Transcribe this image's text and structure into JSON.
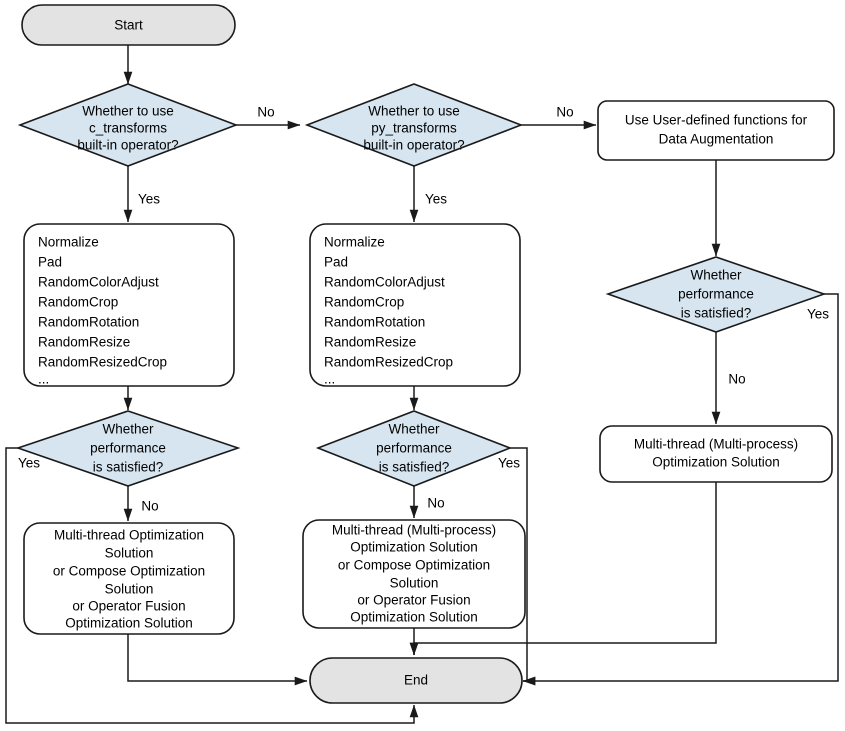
{
  "diagram": {
    "title": "Data Augmentation Optimization Flowchart",
    "colors": {
      "terminator_fill": "#e3e3e3",
      "decision_fill": "#d6e5f0",
      "process_fill": "#ffffff",
      "stroke": "#1a1a1a",
      "background": "#ffffff"
    }
  },
  "nodes": {
    "start": {
      "label": "Start",
      "type": "terminator"
    },
    "end": {
      "label": "End",
      "type": "terminator"
    },
    "decision_c_transforms": {
      "type": "decision",
      "lines": [
        "Whether to use",
        "c_transforms",
        "built-in operator?"
      ]
    },
    "decision_py_transforms": {
      "type": "decision",
      "lines": [
        "Whether to use",
        "py_transforms",
        "built-in operator?"
      ]
    },
    "user_defined": {
      "type": "process",
      "lines": [
        "Use User-defined functions for",
        "Data Augmentation"
      ]
    },
    "c_transform_ops": {
      "type": "process",
      "lines": [
        "Normalize",
        "Pad",
        "RandomColorAdjust",
        "RandomCrop",
        "RandomRotation",
        "RandomResize",
        "RandomResizedCrop",
        "..."
      ]
    },
    "py_transform_ops": {
      "type": "process",
      "lines": [
        "Normalize",
        "Pad",
        "RandomColorAdjust",
        "RandomCrop",
        "RandomRotation",
        "RandomResize",
        "RandomResizedCrop",
        "..."
      ]
    },
    "decision_perf_left": {
      "type": "decision",
      "lines": [
        "Whether",
        "performance",
        "is satisfied?"
      ]
    },
    "decision_perf_middle": {
      "type": "decision",
      "lines": [
        "Whether",
        "performance",
        "is satisfied?"
      ]
    },
    "decision_perf_right": {
      "type": "decision",
      "lines": [
        "Whether",
        "performance",
        "is satisfied?"
      ]
    },
    "opt_left": {
      "type": "process",
      "lines": [
        "Multi-thread Optimization",
        "Solution",
        "or Compose Optimization",
        "Solution",
        "or Operator Fusion",
        "Optimization Solution"
      ]
    },
    "opt_middle": {
      "type": "process",
      "lines": [
        "Multi-thread (Multi-process)",
        "Optimization Solution",
        "or Compose Optimization",
        "Solution",
        "or Operator Fusion",
        "Optimization Solution"
      ]
    },
    "opt_right": {
      "type": "process",
      "lines": [
        "Multi-thread (Multi-process)",
        "Optimization Solution"
      ]
    }
  },
  "edge_labels": {
    "c_no": "No",
    "c_yes": "Yes",
    "py_no": "No",
    "py_yes": "Yes",
    "perf_left_yes": "Yes",
    "perf_left_no": "No",
    "perf_mid_yes": "Yes",
    "perf_mid_no": "No",
    "perf_right_yes": "Yes",
    "perf_right_no": "No"
  }
}
